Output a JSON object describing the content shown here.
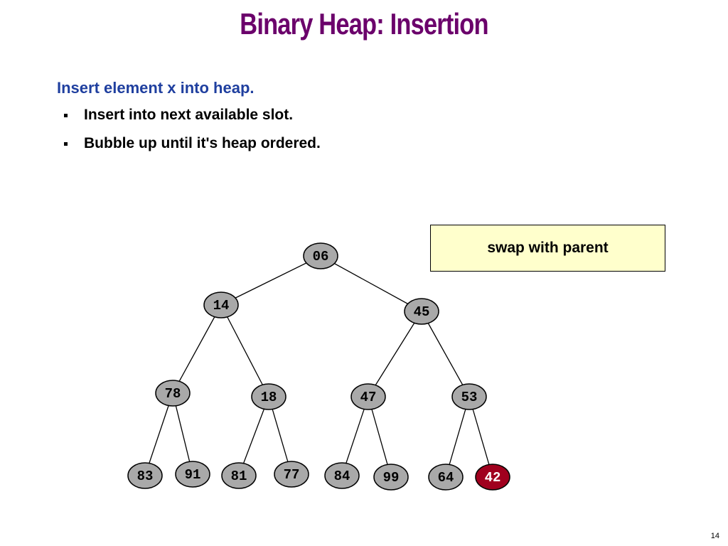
{
  "title": "Binary Heap:  Insertion",
  "lead": "Insert element x into heap.",
  "bullets": [
    "Insert into next available slot.",
    "Bubble up until it's heap ordered."
  ],
  "callout": "swap with parent",
  "page_number": "14",
  "colors": {
    "title": "#6b006b",
    "lead": "#1f3f9f",
    "node_fill": "#a9a9a9",
    "node_highlight": "#a0001e",
    "callout_bg": "#ffffcc"
  },
  "tree": {
    "nodes": [
      {
        "id": "n0",
        "label": "06"
      },
      {
        "id": "n1",
        "label": "14"
      },
      {
        "id": "n2",
        "label": "45"
      },
      {
        "id": "n3",
        "label": "78"
      },
      {
        "id": "n4",
        "label": "18"
      },
      {
        "id": "n5",
        "label": "47"
      },
      {
        "id": "n6",
        "label": "53"
      },
      {
        "id": "n7",
        "label": "83"
      },
      {
        "id": "n8",
        "label": "91"
      },
      {
        "id": "n9",
        "label": "81"
      },
      {
        "id": "n10",
        "label": "77"
      },
      {
        "id": "n11",
        "label": "84"
      },
      {
        "id": "n12",
        "label": "99"
      },
      {
        "id": "n13",
        "label": "64"
      },
      {
        "id": "n14",
        "label": "42",
        "highlight": true
      }
    ],
    "edges": [
      [
        "n0",
        "n1"
      ],
      [
        "n0",
        "n2"
      ],
      [
        "n1",
        "n3"
      ],
      [
        "n1",
        "n4"
      ],
      [
        "n2",
        "n5"
      ],
      [
        "n2",
        "n6"
      ],
      [
        "n3",
        "n7"
      ],
      [
        "n3",
        "n8"
      ],
      [
        "n4",
        "n9"
      ],
      [
        "n4",
        "n10"
      ],
      [
        "n5",
        "n11"
      ],
      [
        "n5",
        "n12"
      ],
      [
        "n6",
        "n13"
      ],
      [
        "n6",
        "n14"
      ]
    ]
  }
}
